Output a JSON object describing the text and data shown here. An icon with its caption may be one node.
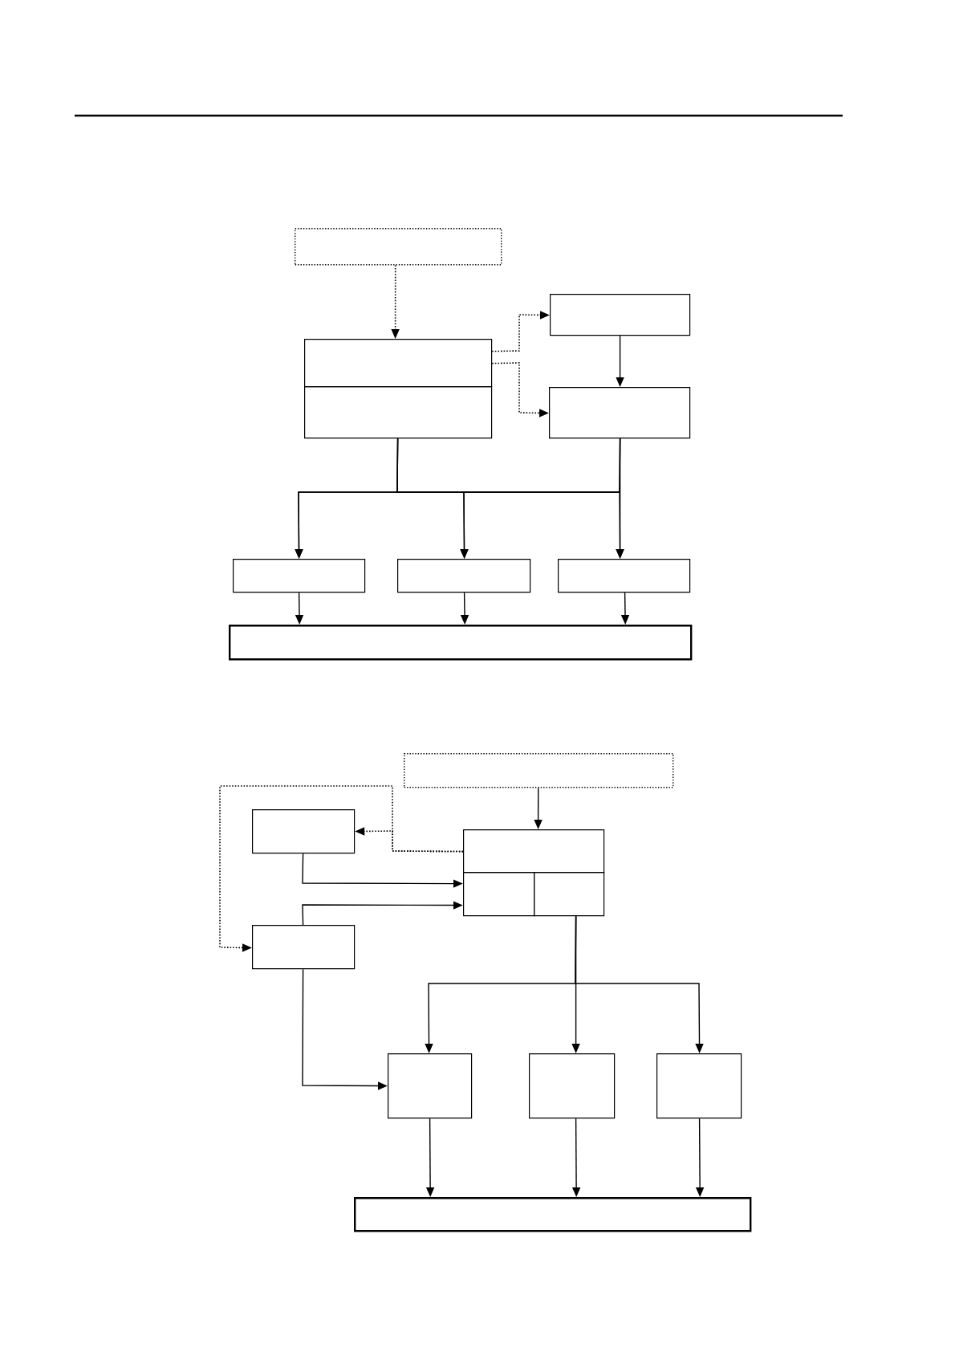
{
  "diagram": {
    "nodes": [
      {
        "text": [],
        "shape": "box"
      },
      {
        "text": [],
        "shape": "box"
      },
      {
        "text": [],
        "shape": "box"
      },
      {
        "text": [],
        "shape": "box"
      },
      {
        "text": [],
        "shape": "box"
      },
      {
        "text": [],
        "shape": "box"
      },
      {
        "text": [],
        "shape": "box"
      },
      {
        "text": [],
        "shape": "box"
      },
      {
        "text": [],
        "shape": "box"
      },
      {
        "text": [],
        "shape": "box"
      },
      {
        "text": [],
        "shape": "box"
      },
      {
        "text": [],
        "shape": "box"
      },
      {
        "text": [],
        "shape": "box"
      },
      {
        "text": [],
        "shape": "box"
      },
      {
        "text": [],
        "shape": "box"
      },
      {
        "text": [],
        "shape": "box"
      },
      {
        "text": [],
        "shape": "box"
      },
      {
        "text": [],
        "shape": "box"
      },
      {
        "text": [],
        "shape": "box"
      }
    ],
    "edges": [
      {
        "from": 0,
        "to": 1,
        "arrow": "to",
        "style": "dashed"
      },
      {
        "from": 1,
        "to": 3,
        "arrow": "to",
        "style": "dashed"
      },
      {
        "from": 1,
        "to": 4,
        "arrow": "to",
        "style": "dashed"
      },
      {
        "from": 3,
        "to": 4,
        "arrow": "to"
      },
      {
        "from": 2,
        "to": 5,
        "arrow": "to"
      },
      {
        "from": 2,
        "to": 6,
        "arrow": "to"
      },
      {
        "from": 2,
        "to": 7,
        "arrow": "to"
      },
      {
        "from": 4,
        "to": 5,
        "arrow": "to"
      },
      {
        "from": 4,
        "to": 6,
        "arrow": "to"
      },
      {
        "from": 4,
        "to": 7,
        "arrow": "to"
      },
      {
        "from": 5,
        "to": 8,
        "arrow": "to"
      },
      {
        "from": 6,
        "to": 8,
        "arrow": "to"
      },
      {
        "from": 7,
        "to": 8,
        "arrow": "to"
      },
      {
        "from": 9,
        "to": 10,
        "arrow": "to"
      },
      {
        "from": 10,
        "to": 13,
        "arrow": "to",
        "style": "dashed"
      },
      {
        "from": 10,
        "to": 14,
        "arrow": "to",
        "style": "dashed"
      },
      {
        "from": 13,
        "to": 11,
        "arrow": "to"
      },
      {
        "from": 14,
        "to": 11,
        "arrow": "to"
      },
      {
        "from": 14,
        "to": 15,
        "arrow": "to"
      },
      {
        "from": 12,
        "to": 15,
        "arrow": "to"
      },
      {
        "from": 12,
        "to": 16,
        "arrow": "to"
      },
      {
        "from": 12,
        "to": 17,
        "arrow": "to"
      },
      {
        "from": 15,
        "to": 18,
        "arrow": "to"
      },
      {
        "from": 16,
        "to": 18,
        "arrow": "to"
      },
      {
        "from": 17,
        "to": 18,
        "arrow": "to"
      }
    ]
  }
}
